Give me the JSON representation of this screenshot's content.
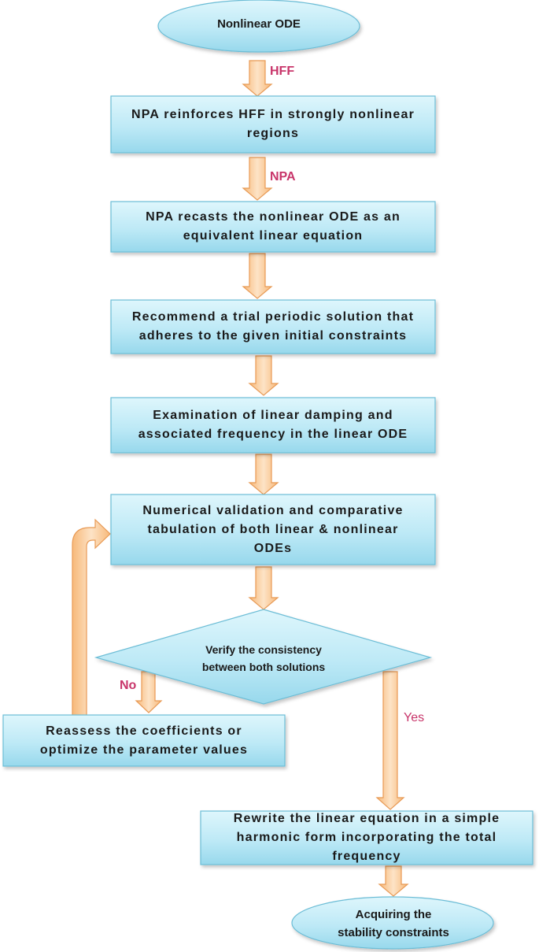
{
  "nodes": {
    "start": "Nonlinear ODE",
    "step1": "NPA reinforces HFF in strongly nonlinear\nregions",
    "step2": "NPA recasts the nonlinear ODE as an\nequivalent linear equation",
    "step3": "Recommend a trial periodic solution that\nadheres to the given initial constraints",
    "step4": "Examination of linear damping and\nassociated frequency in the linear ODE",
    "step5": "Numerical validation and comparative\ntabulation of both linear & nonlinear\nODEs",
    "decision": "Verify the consistency\nbetween both solutions",
    "reassess": "Reassess the coefficients or\noptimize the parameter values",
    "rewrite": "Rewrite the linear equation in a simple\nharmonic form incorporating the total\nfrequency",
    "end": "Acquiring the\nstability constraints"
  },
  "labels": {
    "hff": "HFF",
    "npa": "NPA",
    "no": "No",
    "yes": "Yes"
  },
  "colors": {
    "box_top": "#d6f3fb",
    "box_bottom": "#9fdcef",
    "box_border": "#6cbdd6",
    "arrow_fill": "#fcd4a6",
    "arrow_border": "#e89a55",
    "label_color": "#c8356a"
  }
}
